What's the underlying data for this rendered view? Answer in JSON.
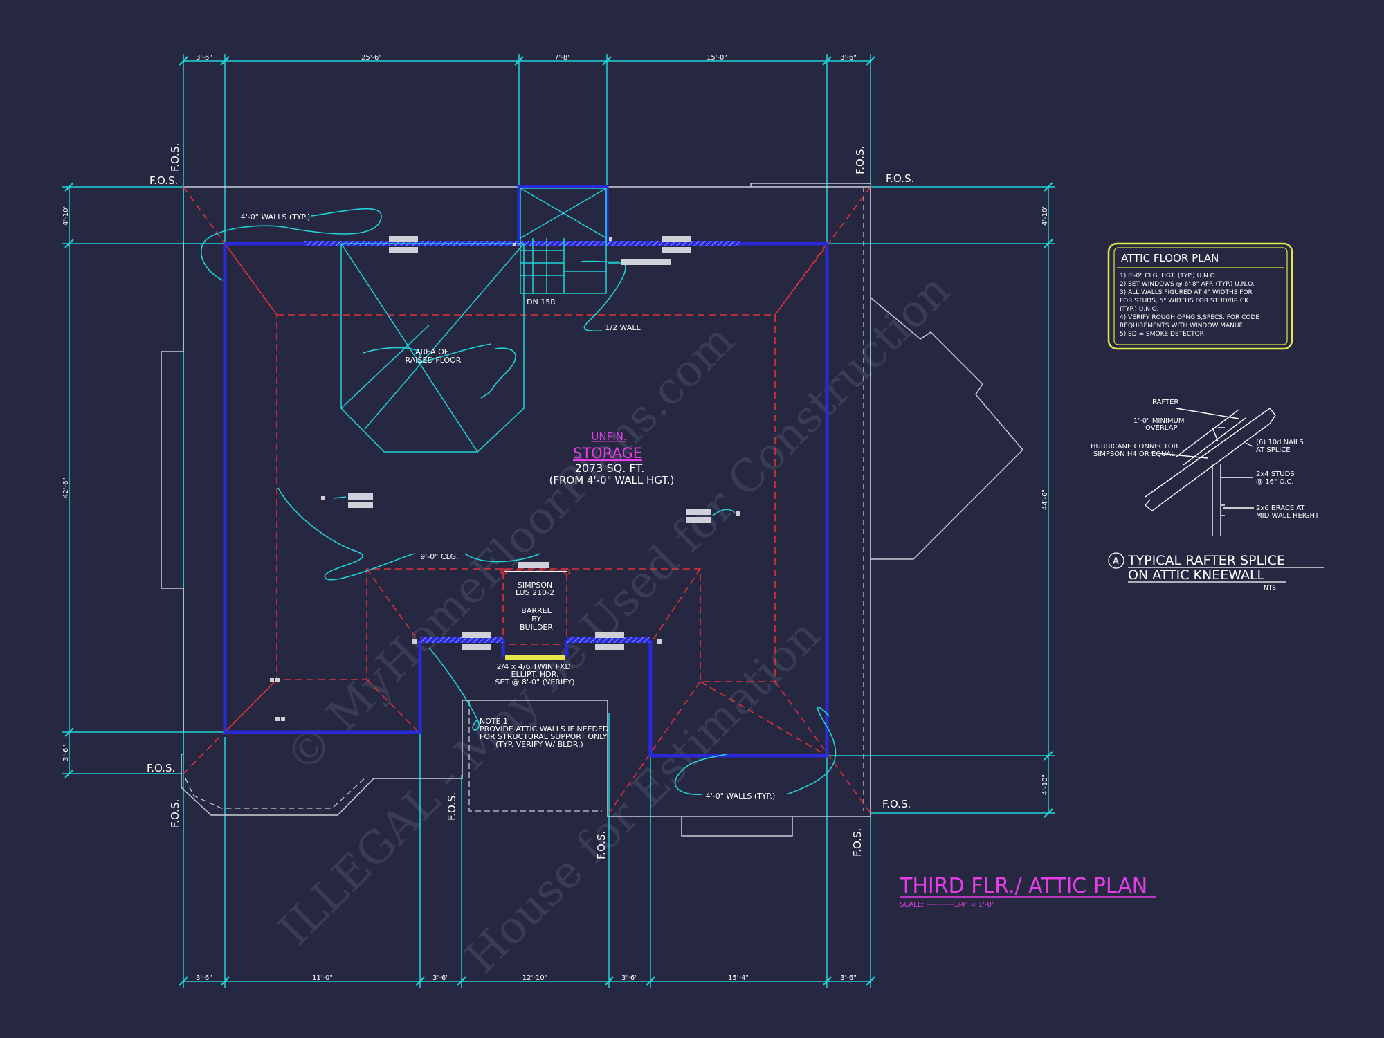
{
  "dimensions": {
    "top": [
      "3'-6\"",
      "25'-6\"",
      "7'-8\"",
      "15'-0\"",
      "3'-6\""
    ],
    "bottom": [
      "3'-6\"",
      "11'-0\"",
      "3'-6\"",
      "12'-10\"",
      "3'-6\"",
      "15'-4\"",
      "3'-6\""
    ],
    "left": [
      "4'-10\"",
      "42'-6\"",
      "3'-6\""
    ],
    "right": [
      "4'-10\"",
      "44'-6\"",
      "4'-10\""
    ]
  },
  "fos_label": "F.O.S.",
  "labels": {
    "walls_top": "4'-0\" WALLS (TYP.)",
    "walls_bottom": "4'-0\" WALLS (TYP.)",
    "raised_floor": [
      "AREA OF",
      "RAISED FLOOR"
    ],
    "dn_br": "DN 15R",
    "half_wall": "1/2 WALL",
    "clg": "9'-0\" CLG.",
    "simpson": [
      "SIMPSON",
      "LUS 210-2"
    ],
    "barrel": [
      "BARREL",
      "BY",
      "BUILDER"
    ],
    "header": [
      "2/4 x 4/6 TWIN FXD.",
      "ELLIPT. HDR.",
      "SET @ 8'-0\" (VERIFY)"
    ],
    "note": [
      "NOTE 1",
      "PROVIDE ATTIC WALLS IF NEEDED",
      "FOR STRUCTURAL SUPPORT ONLY",
      "(TYP. VERIFY W/ BLDR.)"
    ]
  },
  "room": {
    "line1": "UNFIN.",
    "line2": "STORAGE",
    "line3": "2073 SQ. FT.",
    "line4": "(FROM 4'-0\" WALL HGT.)"
  },
  "notes_box": {
    "title": "ATTIC FLOOR PLAN",
    "items": [
      "1) 8'-0\" CLG. HGT. (TYP.) U.N.O.",
      "2) SET WINDOWS @ 6'-8\" AFF. (TYP.) U.N.O.",
      "3) ALL WALLS FIGURED AT 4\" WIDTHS FOR",
      "    FOR STUDS, 5\" WIDTHS FOR STUD/BRICK",
      "    (TYP.) U.N.O.",
      "4) VERIFY ROUGH OPNG'S,SPECS. FOR CODE",
      "    REQUIREMENTS WITH WINDOW MANUF.",
      "5) SD = SMOKE DETECTOR"
    ]
  },
  "detail": {
    "rafter": "RAFTER",
    "overlap": [
      "1'-0\" MINIMUM",
      "OVERLAP"
    ],
    "connector": [
      "HURRICANE CONNECTOR",
      "SIMPSON H4 OR EQUAL"
    ],
    "nails": [
      "(6) 10d NAILS",
      "AT SPLICE"
    ],
    "studs": [
      "2x4 STUDS",
      "@ 16\" O.C."
    ],
    "brace": [
      "2x6 BRACE AT",
      "MID WALL HEIGHT"
    ],
    "marker": "A",
    "title1": "TYPICAL RAFTER SPLICE",
    "title2": "ON ATTIC KNEEWALL",
    "scale": "NTS"
  },
  "plan_title": "THIRD FLR./ ATTIC PLAN",
  "plan_scale": "SCALE: -----------1/4\" = 1'-0\"",
  "watermarks": [
    "© MyHomeFloorPlans.com",
    "ILLEGAL - May be Used for Construction",
    "House for Estimation"
  ],
  "colors": {
    "background": "#252840",
    "dimension": "#22d3d8",
    "wall": "#2a2ad8",
    "hip": "#e0313b",
    "outline": "#c9ccd6",
    "magenta": "#e63ee6",
    "yellow": "#e6e64a"
  }
}
